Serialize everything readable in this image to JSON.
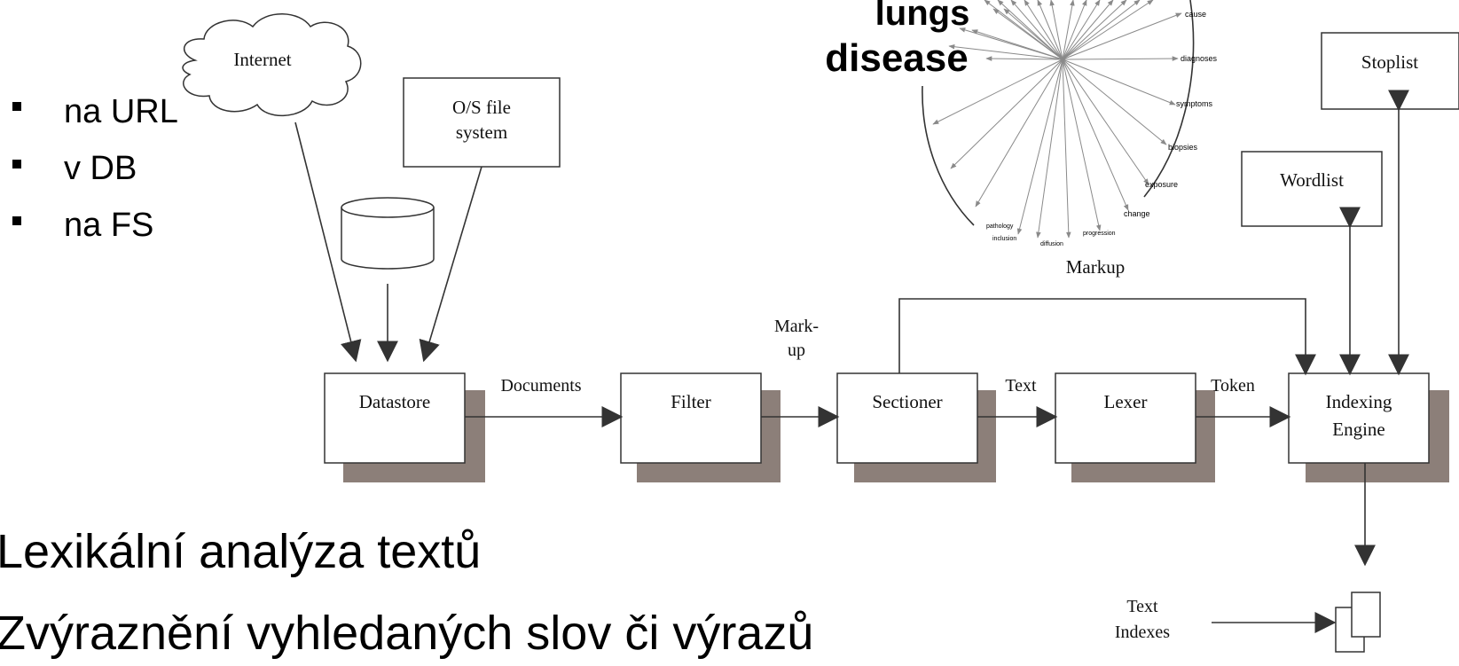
{
  "bullets": [
    "na URL",
    "v DB",
    "na FS"
  ],
  "bottom_lines": [
    "Lexikální analýza textů",
    "Zvýraznění vyhledaných slov či výrazů"
  ],
  "diagram": {
    "internet": "Internet",
    "os_fs_1": "O/S file",
    "os_fs_2": "system",
    "datastore": "Datastore",
    "filter": "Filter",
    "sectioner": "Sectioner",
    "lexer": "Lexer",
    "engine_1": "Indexing",
    "engine_2": "Engine",
    "wordlist": "Wordlist",
    "stoplist": "Stoplist",
    "documents": "Documents",
    "markup_1": "Mark-",
    "markup_2": "up",
    "text": "Text",
    "token": "Token",
    "text_indexes_1": "Text",
    "text_indexes_2": "Indexes"
  },
  "markup_graphic": {
    "title_1": "lungs",
    "title_2": "disease",
    "caption": "Markup",
    "terms": [
      "cause",
      "diagnoses",
      "symptoms",
      "biopsies",
      "exposure",
      "change",
      "progression",
      "diffusion",
      "inclusion",
      "pathology"
    ]
  },
  "colors": {
    "shadow": "#8c7f79",
    "ray": "#8a8a8a"
  }
}
